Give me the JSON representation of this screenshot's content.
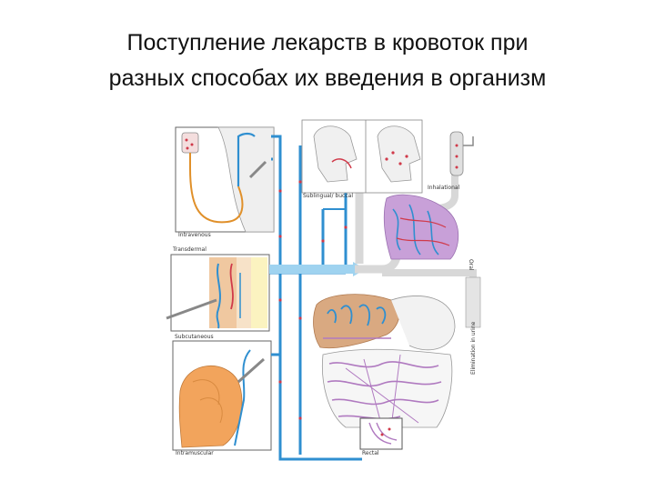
{
  "slide": {
    "title_line1": "Поступление лекарств в кровоток при",
    "title_line2": "разных способах их введения в организм"
  },
  "diagram": {
    "labels": {
      "intravenous": "Intravenous",
      "transdermal": "Transdermal",
      "subcutaneous": "Subcutaneous",
      "intramuscular": "Intramuscular",
      "sublingual": "Sublingual/ buccal",
      "inhalational": "Inhalational",
      "oral": "Oral",
      "rectal": "Rectal",
      "elimination": "Elimination in urine"
    },
    "colors": {
      "vein_blue": "#2f8fd0",
      "artery_red": "#d03a4a",
      "lymph_purple": "#b07ac0",
      "skin_tan": "#f0c8a0",
      "muscle_orange": "#f2a45c",
      "lung_purple": "#c8a0d8",
      "liver_tan": "#d9a981",
      "panel_border": "#666666"
    }
  }
}
